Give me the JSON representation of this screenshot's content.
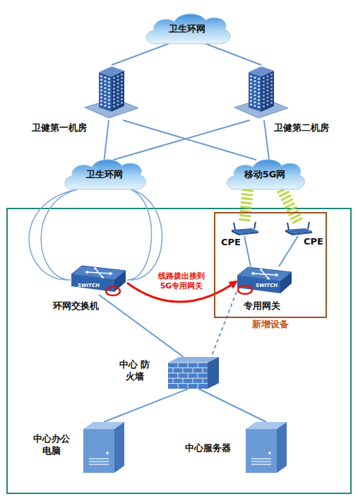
{
  "diagram": {
    "nodes": [
      {
        "text": [
          "卫生环网"
        ]
      },
      {
        "text": [
          "卫健第一机房"
        ]
      },
      {
        "text": [
          "卫健第二机房"
        ]
      },
      {
        "text": [
          "卫生环网"
        ]
      },
      {
        "text": [
          "移动5G网"
        ]
      },
      {
        "text": [
          "新增设备"
        ]
      },
      {
        "text": [
          "CPE"
        ],
        "in": 5
      },
      {
        "text": [
          "CPE"
        ],
        "in": 5
      },
      {
        "text": [
          "环网交换机"
        ]
      },
      {
        "text": [
          "专用网关"
        ],
        "in": 5
      },
      {
        "text": [
          "中心 防火墙"
        ]
      },
      {
        "text": [
          "中心办公 电脑"
        ]
      },
      {
        "text": [
          "中心服务器"
        ]
      }
    ],
    "edges": [
      {
        "from": 0,
        "to": 1,
        "arrow": "none"
      },
      {
        "from": 0,
        "to": 2,
        "arrow": "none"
      },
      {
        "from": 1,
        "to": 3,
        "arrow": "none"
      },
      {
        "from": 1,
        "to": 4,
        "arrow": "none"
      },
      {
        "from": 2,
        "to": 3,
        "arrow": "none"
      },
      {
        "from": 2,
        "to": 4,
        "arrow": "none"
      },
      {
        "from": 3,
        "to": 8,
        "arrow": "none"
      },
      {
        "from": 4,
        "to": 6,
        "arrow": "none"
      },
      {
        "from": 4,
        "to": 7,
        "arrow": "none"
      },
      {
        "from": 6,
        "to": 9,
        "arrow": "none"
      },
      {
        "from": 7,
        "to": 9,
        "arrow": "none"
      },
      {
        "from": 8,
        "to": 9,
        "arrow": "to",
        "label": "线路拨出接到 5G专用网关"
      },
      {
        "from": 8,
        "to": 10,
        "arrow": "none"
      },
      {
        "from": 9,
        "to": 10,
        "arrow": "none"
      },
      {
        "from": 10,
        "to": 11,
        "arrow": "none"
      },
      {
        "from": 10,
        "to": 12,
        "arrow": "none"
      }
    ],
    "labels": [
      "SWITCH",
      "SWITCH"
    ]
  }
}
